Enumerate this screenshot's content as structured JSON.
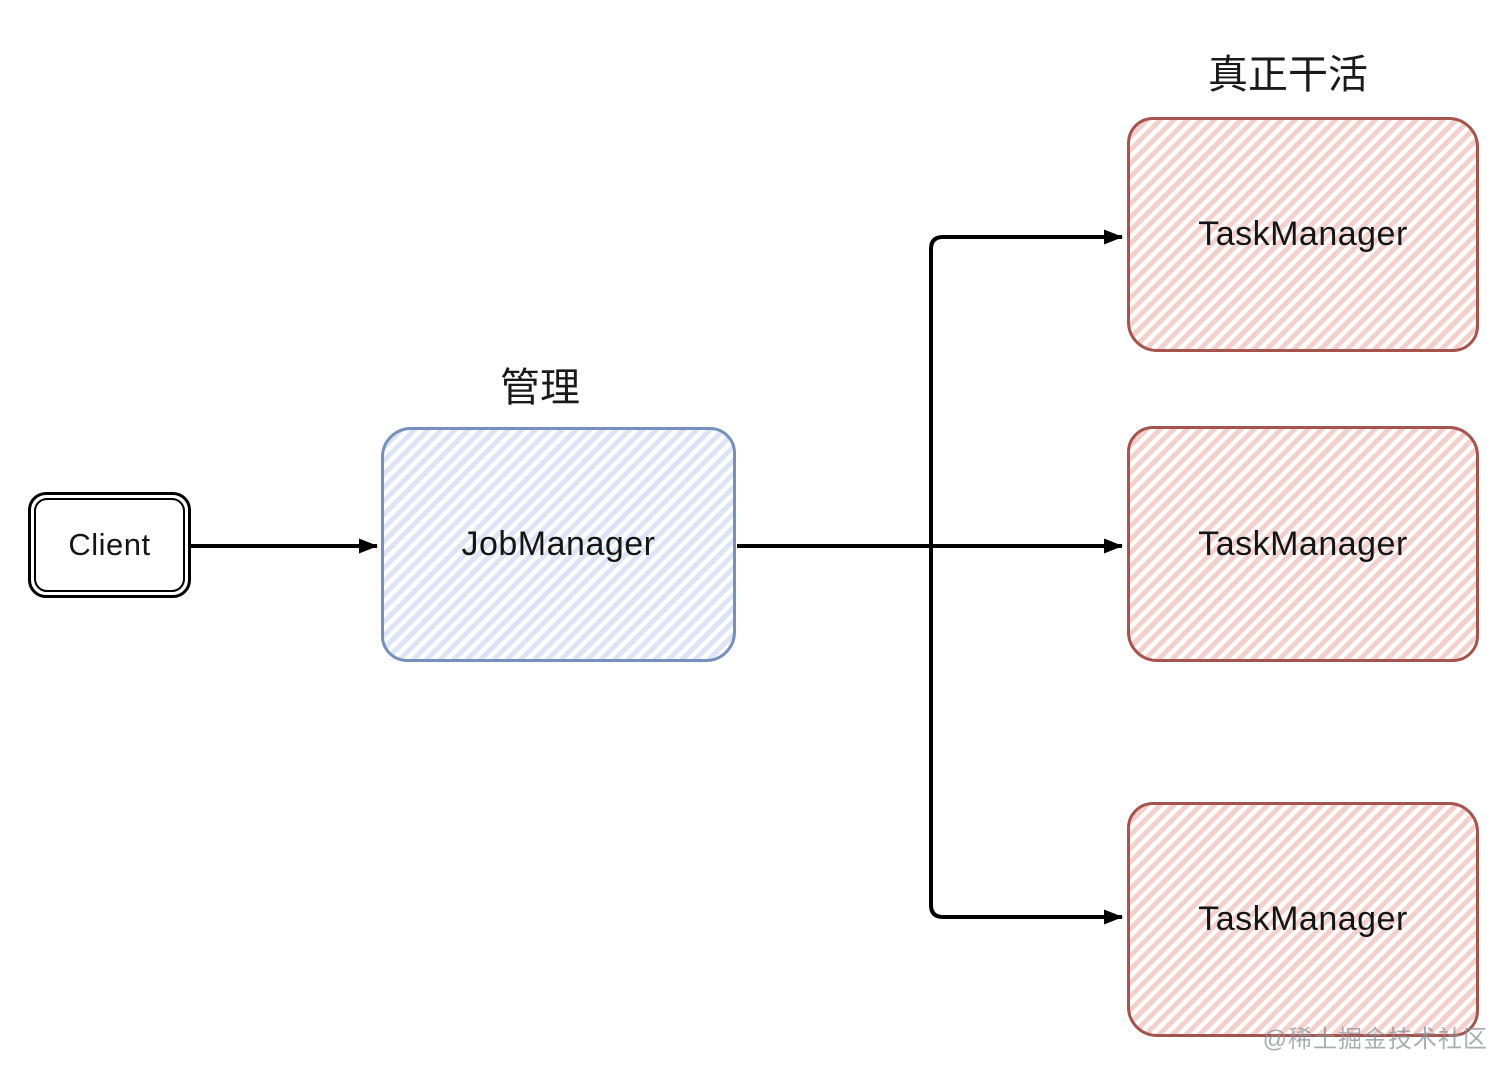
{
  "diagram": {
    "captions": {
      "management": "管理",
      "real_work": "真正干活"
    },
    "nodes": {
      "client": {
        "label": "Client"
      },
      "job_manager": {
        "label": "JobManager"
      },
      "task_managers": [
        {
          "label": "TaskManager"
        },
        {
          "label": "TaskManager"
        },
        {
          "label": "TaskManager"
        }
      ]
    },
    "edges": [
      {
        "from": "client",
        "to": "job_manager"
      },
      {
        "from": "job_manager",
        "to": "task_manager_1"
      },
      {
        "from": "job_manager",
        "to": "task_manager_2"
      },
      {
        "from": "job_manager",
        "to": "task_manager_3"
      }
    ],
    "watermark": "@稀土掘金技术社区",
    "colors": {
      "blue_border": "#7590bd",
      "blue_fill_stripe": "#dde4f6",
      "red_border": "#a5544d",
      "red_fill_stripe": "#f3d0cc",
      "line": "#000000",
      "text": "#151515",
      "watermark_gray": "#8c9096"
    }
  }
}
